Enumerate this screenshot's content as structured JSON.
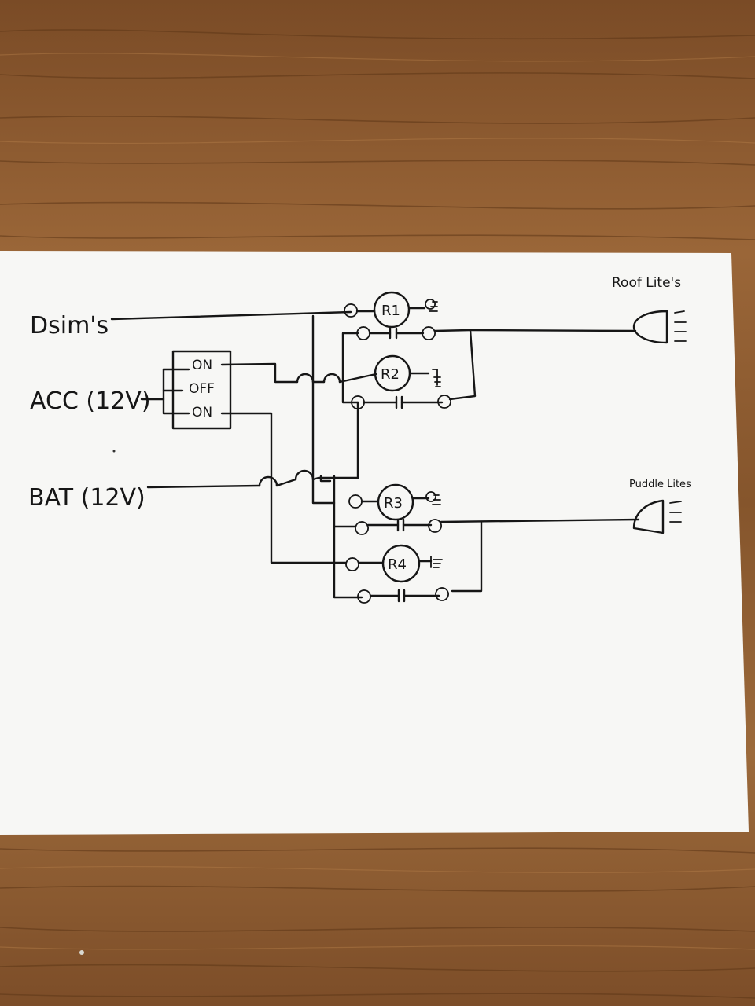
{
  "inputs": {
    "dsims": "Dsim's",
    "acc": "ACC (12V)",
    "bat": "BAT (12V)"
  },
  "switch": {
    "on_top": "ON",
    "off": "OFF",
    "on_bottom": "ON"
  },
  "relays": {
    "r1": "R1",
    "r2": "R2",
    "r3": "R3",
    "r4": "R4"
  },
  "outputs": {
    "roof": "Roof Lite's",
    "puddle": "Puddle Lites"
  },
  "colors": {
    "wood": "#8a5a30",
    "paper": "#f7f7f5",
    "ink": "#161616"
  }
}
